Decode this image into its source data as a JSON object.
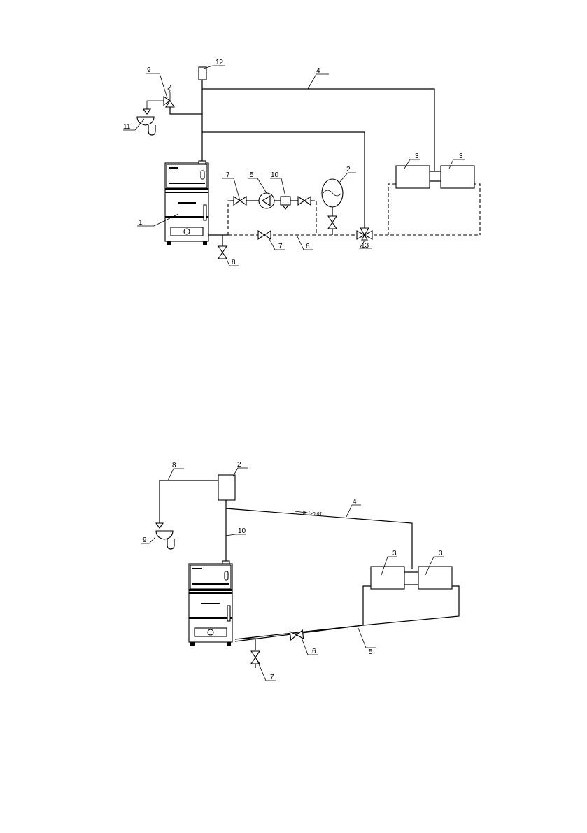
{
  "diagram1": {
    "labels": {
      "boiler": "1",
      "expansion_tank": "2",
      "radiator_a": "3",
      "radiator_b": "3",
      "supply_pipe": "4",
      "pump": "5",
      "return_pipe": "6",
      "valve_top": "7",
      "valve_bypass": "7",
      "drain_valve": "8",
      "safety_valve": "9",
      "filter": "10",
      "funnel": "11",
      "air_vent": "12",
      "mixing_valve": "13"
    }
  },
  "diagram2": {
    "labels": {
      "tank": "2",
      "radiator_a": "3",
      "radiator_b": "3",
      "supply_pipe": "4",
      "return_pipe": "5",
      "valve": "6",
      "drain_valve": "7",
      "overflow_pipe": "8",
      "funnel": "9",
      "riser": "10"
    },
    "slope_note": "i>0.01"
  }
}
